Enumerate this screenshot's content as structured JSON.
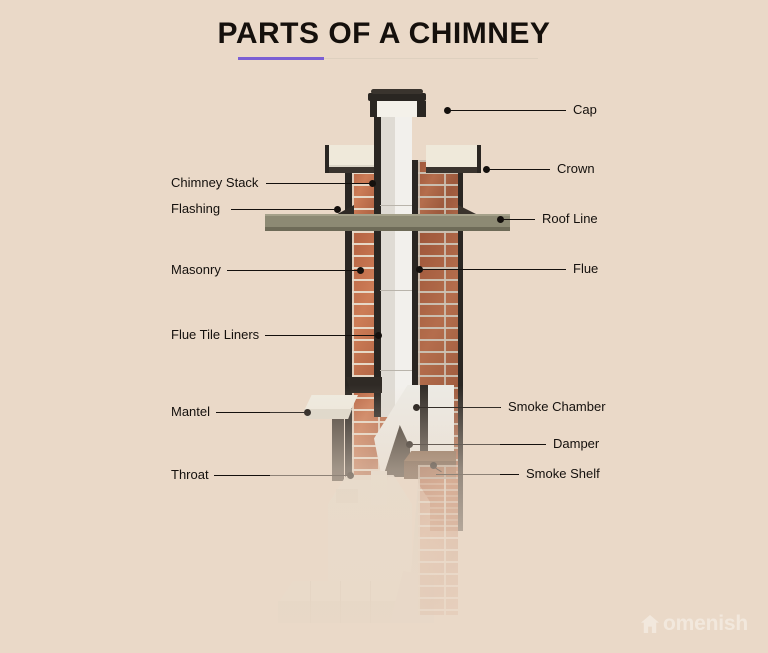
{
  "page": {
    "title": "PARTS OF A CHIMNEY",
    "background_color": "#ead9c8",
    "accent_color": "#7b5fd4",
    "text_color": "#14100d"
  },
  "watermark": {
    "brand": "omenish",
    "icon": "house-icon"
  },
  "diagram": {
    "subject": "chimney-cutaway",
    "labels_left": [
      {
        "id": "chimney-stack",
        "text": "Chimney Stack"
      },
      {
        "id": "flashing",
        "text": "Flashing"
      },
      {
        "id": "masonry",
        "text": "Masonry"
      },
      {
        "id": "flue-tile-liners",
        "text": "Flue Tile Liners"
      },
      {
        "id": "mantel",
        "text": "Mantel"
      },
      {
        "id": "throat",
        "text": "Throat"
      }
    ],
    "labels_right": [
      {
        "id": "cap",
        "text": "Cap"
      },
      {
        "id": "crown",
        "text": "Crown"
      },
      {
        "id": "roof-line",
        "text": "Roof Line"
      },
      {
        "id": "flue",
        "text": "Flue"
      },
      {
        "id": "smoke-chamber",
        "text": "Smoke Chamber"
      },
      {
        "id": "damper",
        "text": "Damper"
      },
      {
        "id": "smoke-shelf",
        "text": "Smoke Shelf"
      }
    ]
  }
}
